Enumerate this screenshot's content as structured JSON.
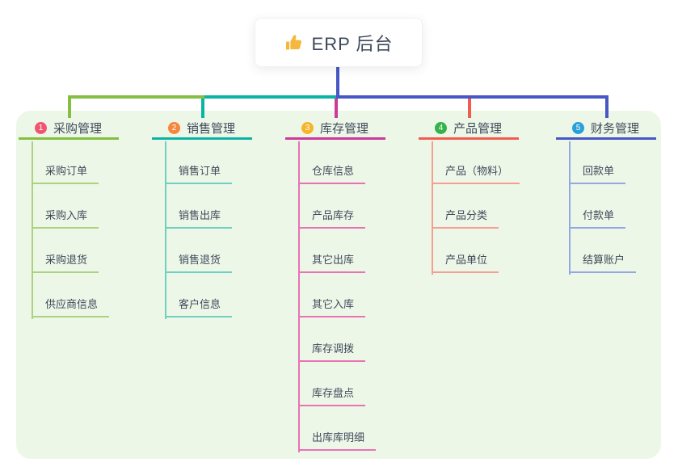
{
  "app": {
    "background_color": "#ffffff",
    "panel_color": "#edf7e8",
    "text_color": "#3f4a5a"
  },
  "root": {
    "label": "ERP 后台",
    "icon": "thumbs-up-icon",
    "icon_color": "#f5b83d",
    "connector_color": "#4757c5"
  },
  "connector": {
    "segment_colors": [
      "#84bf41",
      "#0bb3a4",
      "#4757c5"
    ]
  },
  "branches": [
    {
      "number": "1",
      "title": "采购管理",
      "line_color": "#84bf41",
      "badge_color": "#f05672",
      "child_line_color": "#a9d37e",
      "children": [
        "采购订单",
        "采购入库",
        "采购退货",
        "供应商信息"
      ]
    },
    {
      "number": "2",
      "title": "销售管理",
      "line_color": "#0bb3a4",
      "badge_color": "#f8863c",
      "child_line_color": "#6fcfc0",
      "children": [
        "销售订单",
        "销售出库",
        "销售退货",
        "客户信息"
      ]
    },
    {
      "number": "3",
      "title": "库存管理",
      "line_color": "#cd3a9b",
      "badge_color": "#f7b52c",
      "child_line_color": "#e972b4",
      "children": [
        "仓库信息",
        "产品库存",
        "其它出库",
        "其它入库",
        "库存调拨",
        "库存盘点",
        "出库库明细"
      ]
    },
    {
      "number": "4",
      "title": "产品管理",
      "line_color": "#f15c50",
      "badge_color": "#35b34a",
      "child_line_color": "#f79d92",
      "children": [
        "产品（物料）",
        "产品分类",
        "产品单位"
      ]
    },
    {
      "number": "5",
      "title": "财务管理",
      "line_color": "#4757c5",
      "badge_color": "#2aa0db",
      "child_line_color": "#93a7e4",
      "children": [
        "回款单",
        "付款单",
        "结算账户"
      ]
    }
  ]
}
